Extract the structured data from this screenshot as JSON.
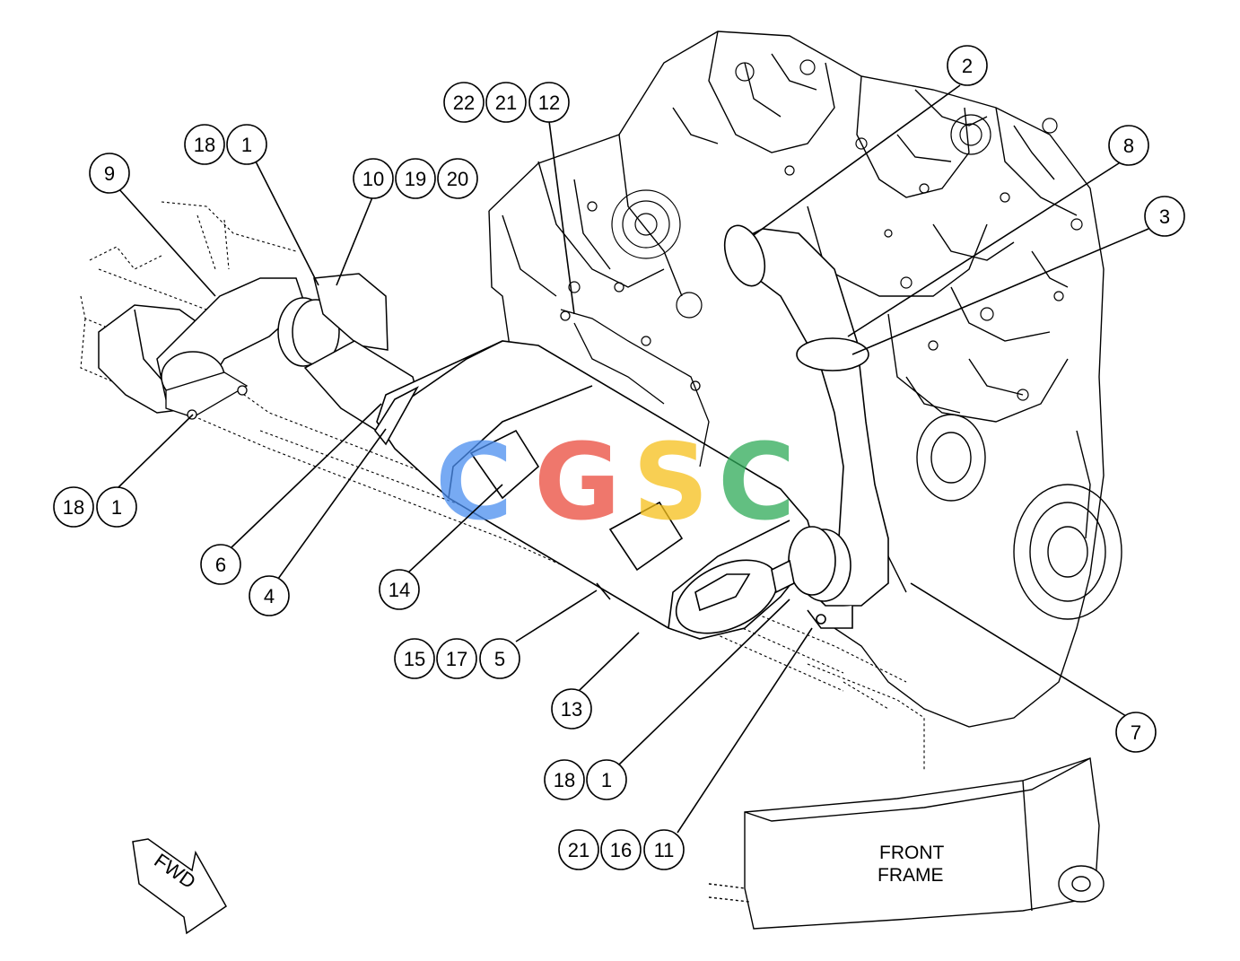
{
  "callouts": {
    "c22": "22",
    "c21a": "21",
    "c12": "12",
    "c2": "2",
    "c8": "8",
    "c3": "3",
    "c18a": "18",
    "c1a": "1",
    "c10": "10",
    "c19": "19",
    "c20": "20",
    "c9": "9",
    "c18b": "18",
    "c1b": "1",
    "c6": "6",
    "c4": "4",
    "c14": "14",
    "c15": "15",
    "c17": "17",
    "c5": "5",
    "c13": "13",
    "c7": "7",
    "c18c": "18",
    "c1c": "1",
    "c21b": "21",
    "c16": "16",
    "c11": "11"
  },
  "labels": {
    "front_frame_line1": "FRONT",
    "front_frame_line2": "FRAME",
    "fwd": "FWD"
  },
  "watermark": {
    "letters": [
      "C",
      "G",
      "S",
      "C"
    ],
    "colors": [
      "#4a8ef0",
      "#ea4a3c",
      "#f6c01a",
      "#2eaa58"
    ]
  }
}
